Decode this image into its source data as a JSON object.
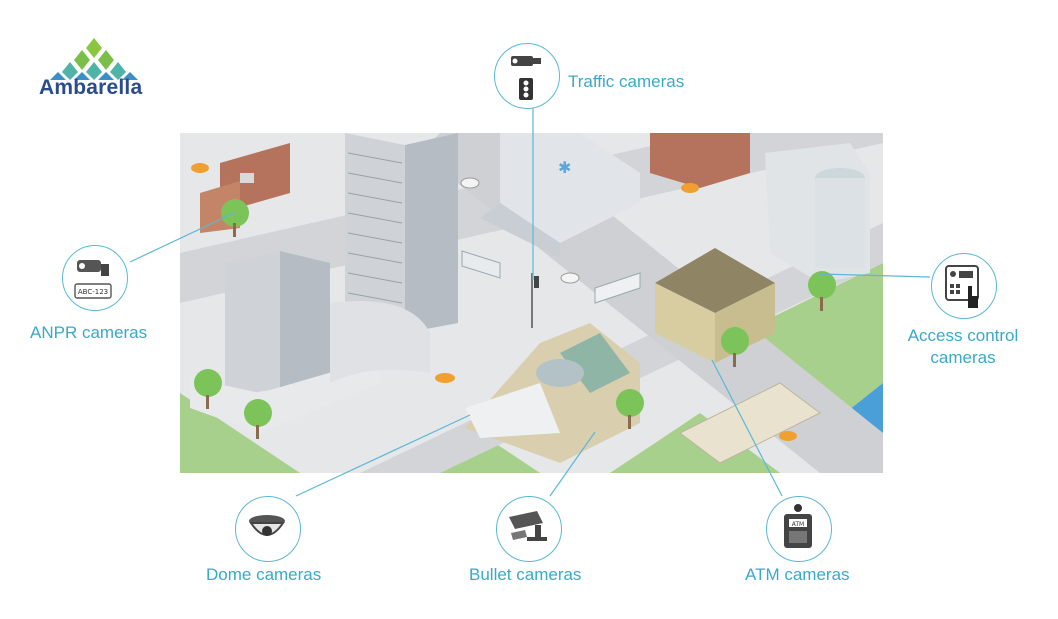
{
  "brand": {
    "name": "Ambarella"
  },
  "cameras": {
    "traffic": {
      "label": "Traffic cameras",
      "icon": "traffic-camera-icon"
    },
    "anpr": {
      "label": "ANPR cameras",
      "plate_text": "ABC-123",
      "icon": "anpr-camera-icon"
    },
    "access": {
      "label_line1": "Access control",
      "label_line2": "cameras",
      "icon": "access-control-icon"
    },
    "dome": {
      "label": "Dome cameras",
      "icon": "dome-camera-icon"
    },
    "bullet": {
      "label": "Bullet cameras",
      "icon": "bullet-camera-icon"
    },
    "atm": {
      "label": "ATM cameras",
      "atm_text": "ATM",
      "icon": "atm-camera-icon"
    }
  },
  "colors": {
    "accent": "#3aa9c9",
    "brand": "#2a4c8c",
    "road": "#dcdde0",
    "grass": "#a8d08d",
    "water": "#4a9fd8"
  }
}
